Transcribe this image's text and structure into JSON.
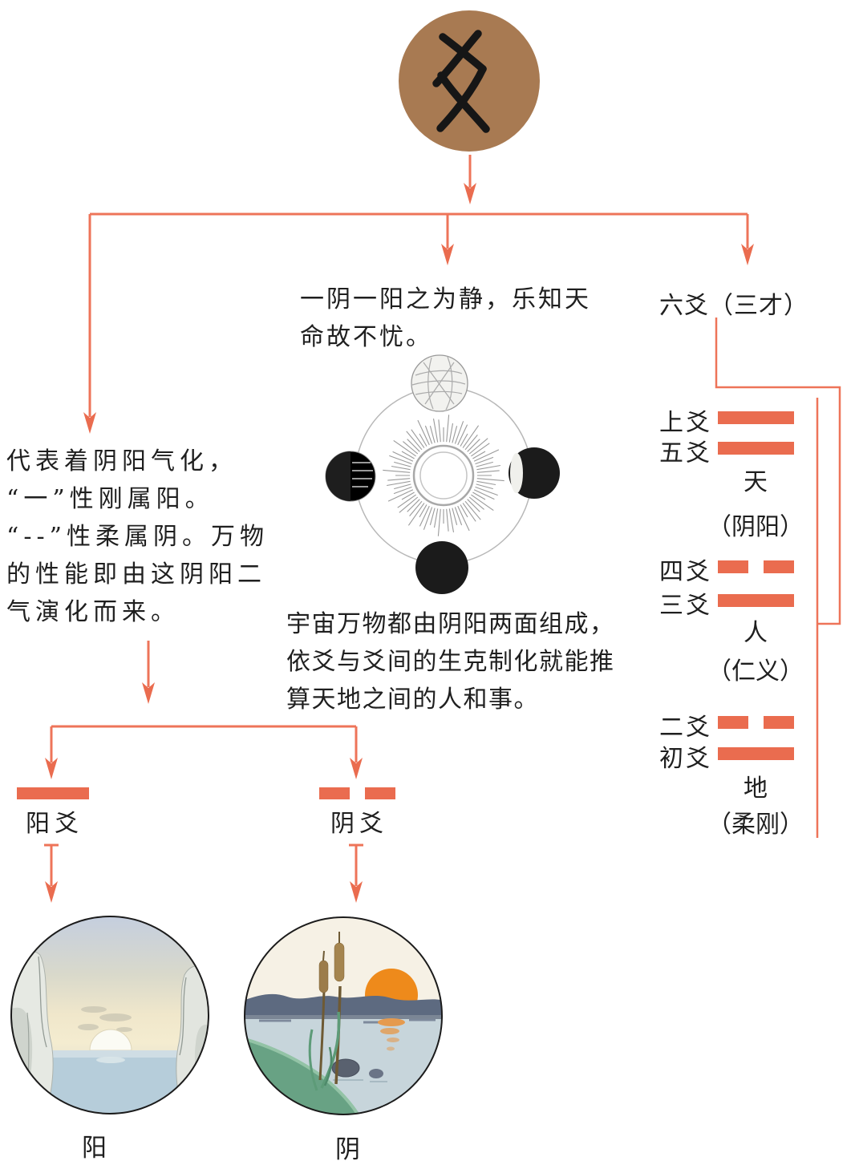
{
  "colors": {
    "accent_bar": "#EA6C4F",
    "accent_line": "#EE7459",
    "symbol_circle_brown": "#A87A52",
    "text": "#1F1F1F"
  },
  "root_symbol": {
    "glyph": "oracle-script-yao-character"
  },
  "left_branch": {
    "paragraph_lines": [
      "代表着阴阳气化，",
      "“一”性刚属阳。",
      "“--”性柔属阴。万物",
      "的性能即由这阴阳二",
      "气演化而来。"
    ],
    "yang_line_label": "阳爻",
    "yin_line_label": "阴爻",
    "yang_line_type": "solid",
    "yin_line_type": "broken",
    "yang_image_caption": "阳",
    "yin_image_caption": "阴"
  },
  "middle_branch": {
    "quote_lines": [
      "一阴一阳之为静，乐知天",
      "命故不忧。"
    ],
    "caption_lines": [
      "宇宙万物都由阴阳两面组成，",
      "依爻与爻间的生克制化就能推",
      "算天地之间的人和事。"
    ],
    "illustration": "sun-moon-orbit"
  },
  "right_branch": {
    "title": "六爻（三才）",
    "groups": [
      {
        "upper_label": "上爻",
        "lower_label": "五爻",
        "upper_type": "solid",
        "lower_type": "solid",
        "realm": "天",
        "virtue": "（阴阳）"
      },
      {
        "upper_label": "四爻",
        "lower_label": "三爻",
        "upper_type": "broken",
        "lower_type": "solid",
        "realm": "人",
        "virtue": "（仁义）"
      },
      {
        "upper_label": "二爻",
        "lower_label": "初爻",
        "upper_type": "broken",
        "lower_type": "solid",
        "realm": "地",
        "virtue": "（柔刚）"
      }
    ]
  }
}
